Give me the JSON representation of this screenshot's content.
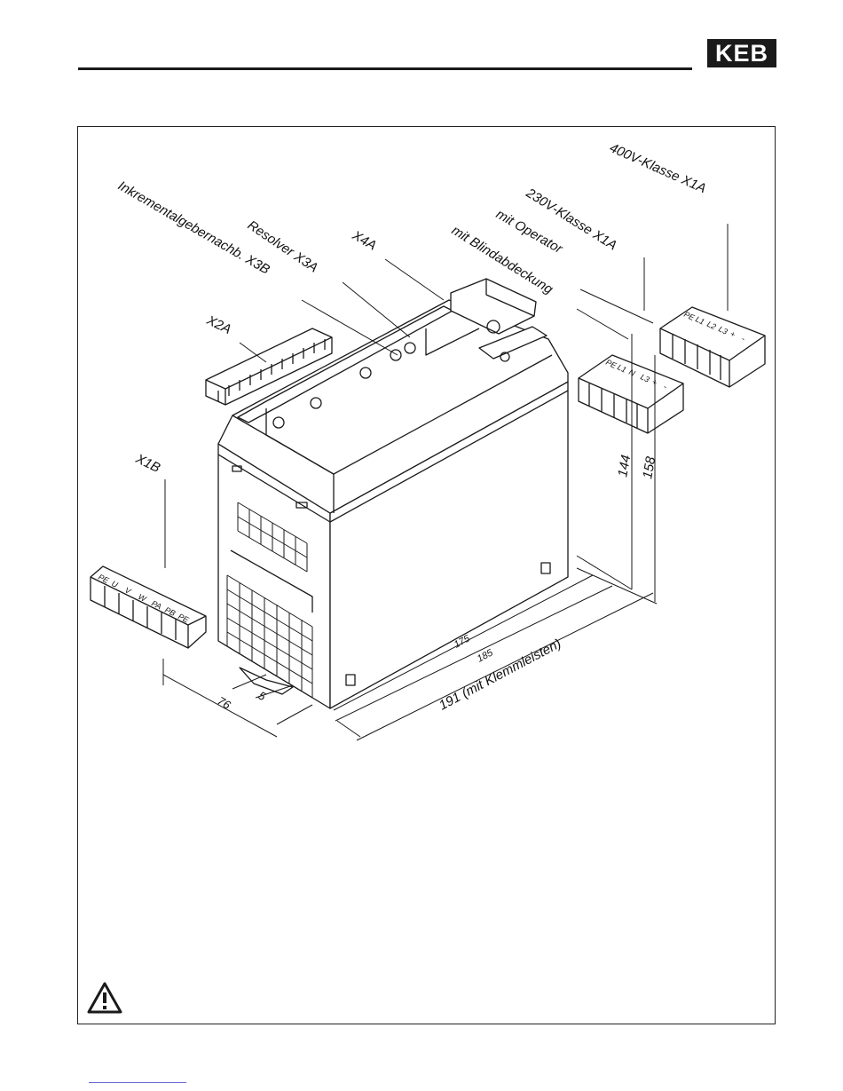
{
  "header": {
    "logo_text": "KEB"
  },
  "labels": {
    "x400": "400V-Klasse X1A",
    "x230": "230V-Klasse X1A",
    "operator": "mit Operator",
    "blind": "mit Blindabdeckung",
    "x4a": "X4A",
    "resolver": "Resolver X3A",
    "inkrement": "Inkrementalgebernachb. X3B",
    "x2a": "X2A",
    "x1b": "X1B"
  },
  "dimensions": {
    "d144": "144",
    "d158": "158",
    "d175": "175",
    "d185": "185",
    "d191": "191 (mit Klemmleisten)",
    "d76": "76",
    "d5": "5"
  },
  "terminals": {
    "x1a_400": [
      "PE",
      "L1",
      "L2",
      "L3",
      "+",
      "-"
    ],
    "x1a_230": [
      "PE",
      "L1",
      "N",
      "L3",
      "+",
      "-"
    ],
    "x1b": [
      "PE",
      "U",
      "V",
      "W",
      "PA",
      "PB",
      "PE"
    ]
  },
  "colors": {
    "line": "#1a1a1a",
    "footer_link": "#6b6bd6"
  },
  "icons": {
    "warning": "warning-triangle-icon"
  }
}
